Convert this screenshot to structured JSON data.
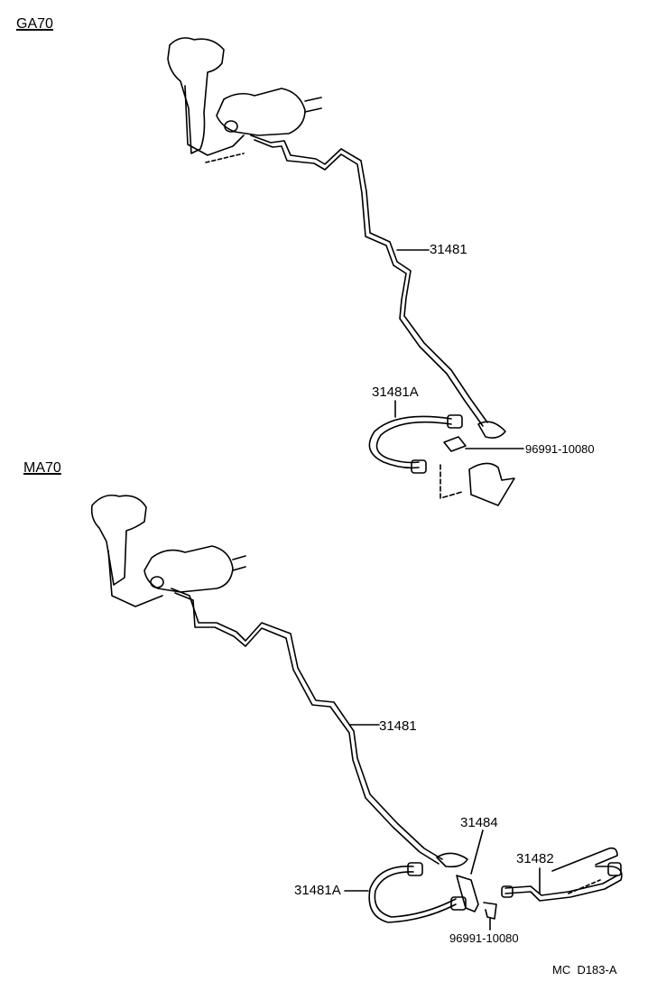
{
  "sections": [
    {
      "title": "GA70"
    },
    {
      "title": "MA70"
    }
  ],
  "labels": {
    "ga70_tube": "31481",
    "ga70_hose": "31481A",
    "ga70_clip": "96991-10080",
    "ma70_tube": "31481",
    "ma70_bracket": "31484",
    "ma70_tube2": "31482",
    "ma70_hose": "31481A",
    "ma70_clip": "96991-10080"
  },
  "footer": {
    "code": "MC  D183-A"
  }
}
